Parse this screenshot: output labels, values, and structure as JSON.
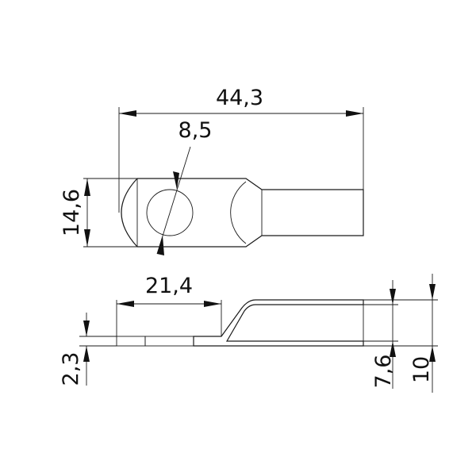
{
  "dimensions": {
    "overall_length": "44,3",
    "hole_diameter": "8,5",
    "width": "14,6",
    "palm_length": "21,4",
    "palm_thickness": "2,3",
    "barrel_inner": "7,6",
    "barrel_outer": "10"
  },
  "colors": {
    "line": "#1a1a1a",
    "background": "#ffffff"
  }
}
